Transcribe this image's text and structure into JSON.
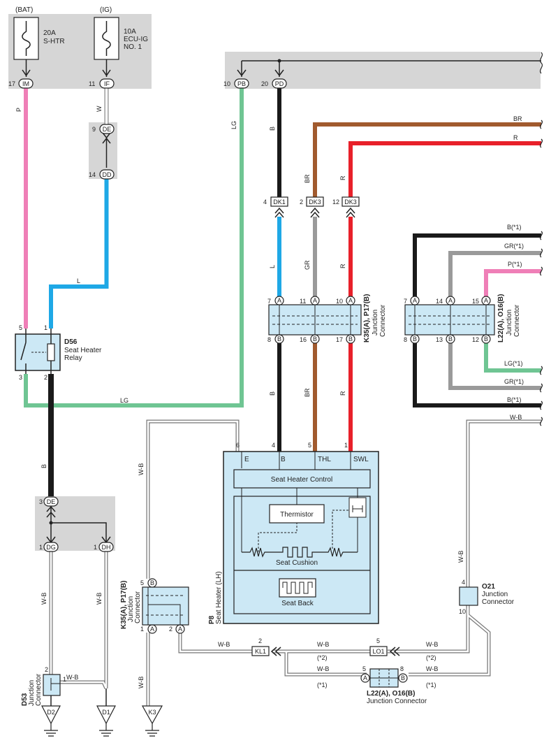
{
  "power": {
    "bat_label": "(BAT)",
    "ig_label": "(IG)",
    "fuse1_rating": "20A",
    "fuse1_name": "S-HTR",
    "fuse2_rating": "10A",
    "fuse2_name1": "ECU-IG",
    "fuse2_name2": "NO. 1"
  },
  "terminals": {
    "im_num": "17",
    "im": "IM",
    "if_num": "11",
    "if": "IF",
    "pb_num": "10",
    "pb": "PB",
    "pd_num": "20",
    "pd": "PD",
    "de_top_num": "9",
    "de_top": "DE",
    "dd_num": "14",
    "dd": "DD",
    "de_bot_num": "3",
    "de_bot": "DE",
    "dg_num": "1",
    "dg": "DG",
    "dh_num": "1",
    "dh": "DH"
  },
  "wires": {
    "p": "P",
    "w": "W",
    "lg": "LG",
    "b": "B",
    "br": "BR",
    "r": "R",
    "l": "L",
    "gr": "GR",
    "wb": "W-B",
    "lg_bottom": "LG",
    "b_relay": "B",
    "b1": "B(*1)",
    "gr1": "GR(*1)",
    "p1": "P(*1)",
    "lg1": "LG(*1)",
    "gr1b": "GR(*1)",
    "b1b": "B(*1)",
    "star1": "(*1)",
    "star2": "(*2)"
  },
  "connectors": {
    "dk1_pin": "4",
    "dk1": "DK1",
    "dk3a_pin": "2",
    "dk3a": "DK3",
    "dk3b_pin": "12",
    "dk3b": "DK3",
    "kl1_pin": "2",
    "kl1": "KL1",
    "lo1_pin": "5",
    "lo1": "LO1"
  },
  "relay": {
    "id": "D56",
    "name1": "Seat Heater",
    "name2": "Relay",
    "p5": "5",
    "p1": "1",
    "p3": "3",
    "p2": "2"
  },
  "jc1": {
    "id": "K35(A), P17(B)",
    "name1": "Junction",
    "name2": "Connector",
    "top_pins": [
      "7",
      "11",
      "10"
    ],
    "bot_pins": [
      "8",
      "16",
      "17"
    ],
    "a": "A",
    "b": "B"
  },
  "jc2": {
    "id": "L22(A), O16(B)",
    "name1": "Junction",
    "name2": "Connector",
    "top_pins": [
      "7",
      "14",
      "15"
    ],
    "bot_pins": [
      "8",
      "13",
      "12"
    ]
  },
  "seat": {
    "id": "P8",
    "name": "Seat Heater (LH)",
    "pins": [
      "6",
      "4",
      "5",
      "1"
    ],
    "terms": [
      "E",
      "B",
      "THL",
      "SWL"
    ],
    "control": "Seat Heater Control",
    "thermistor": "Thermistor",
    "cushion": "Seat Cushion",
    "back": "Seat Back"
  },
  "jc3": {
    "id": "K35(A), P17(B)",
    "name1": "Junction",
    "name2": "Connector",
    "pin_top": "5",
    "pin_bl": "1",
    "pin_br": "2"
  },
  "o21": {
    "id": "O21",
    "name1": "Junction",
    "name2": "Connector",
    "p4": "4",
    "p10": "10"
  },
  "jc4": {
    "id": "L22(A), O16(B)",
    "name": "Junction Connector",
    "p5": "5",
    "p8": "8"
  },
  "d53": {
    "id": "D53",
    "name1": "Junction",
    "name2": "Connector",
    "p2": "2",
    "p1": "1"
  },
  "grounds": {
    "d2": "D2",
    "d1": "D1",
    "k3": "K3"
  }
}
